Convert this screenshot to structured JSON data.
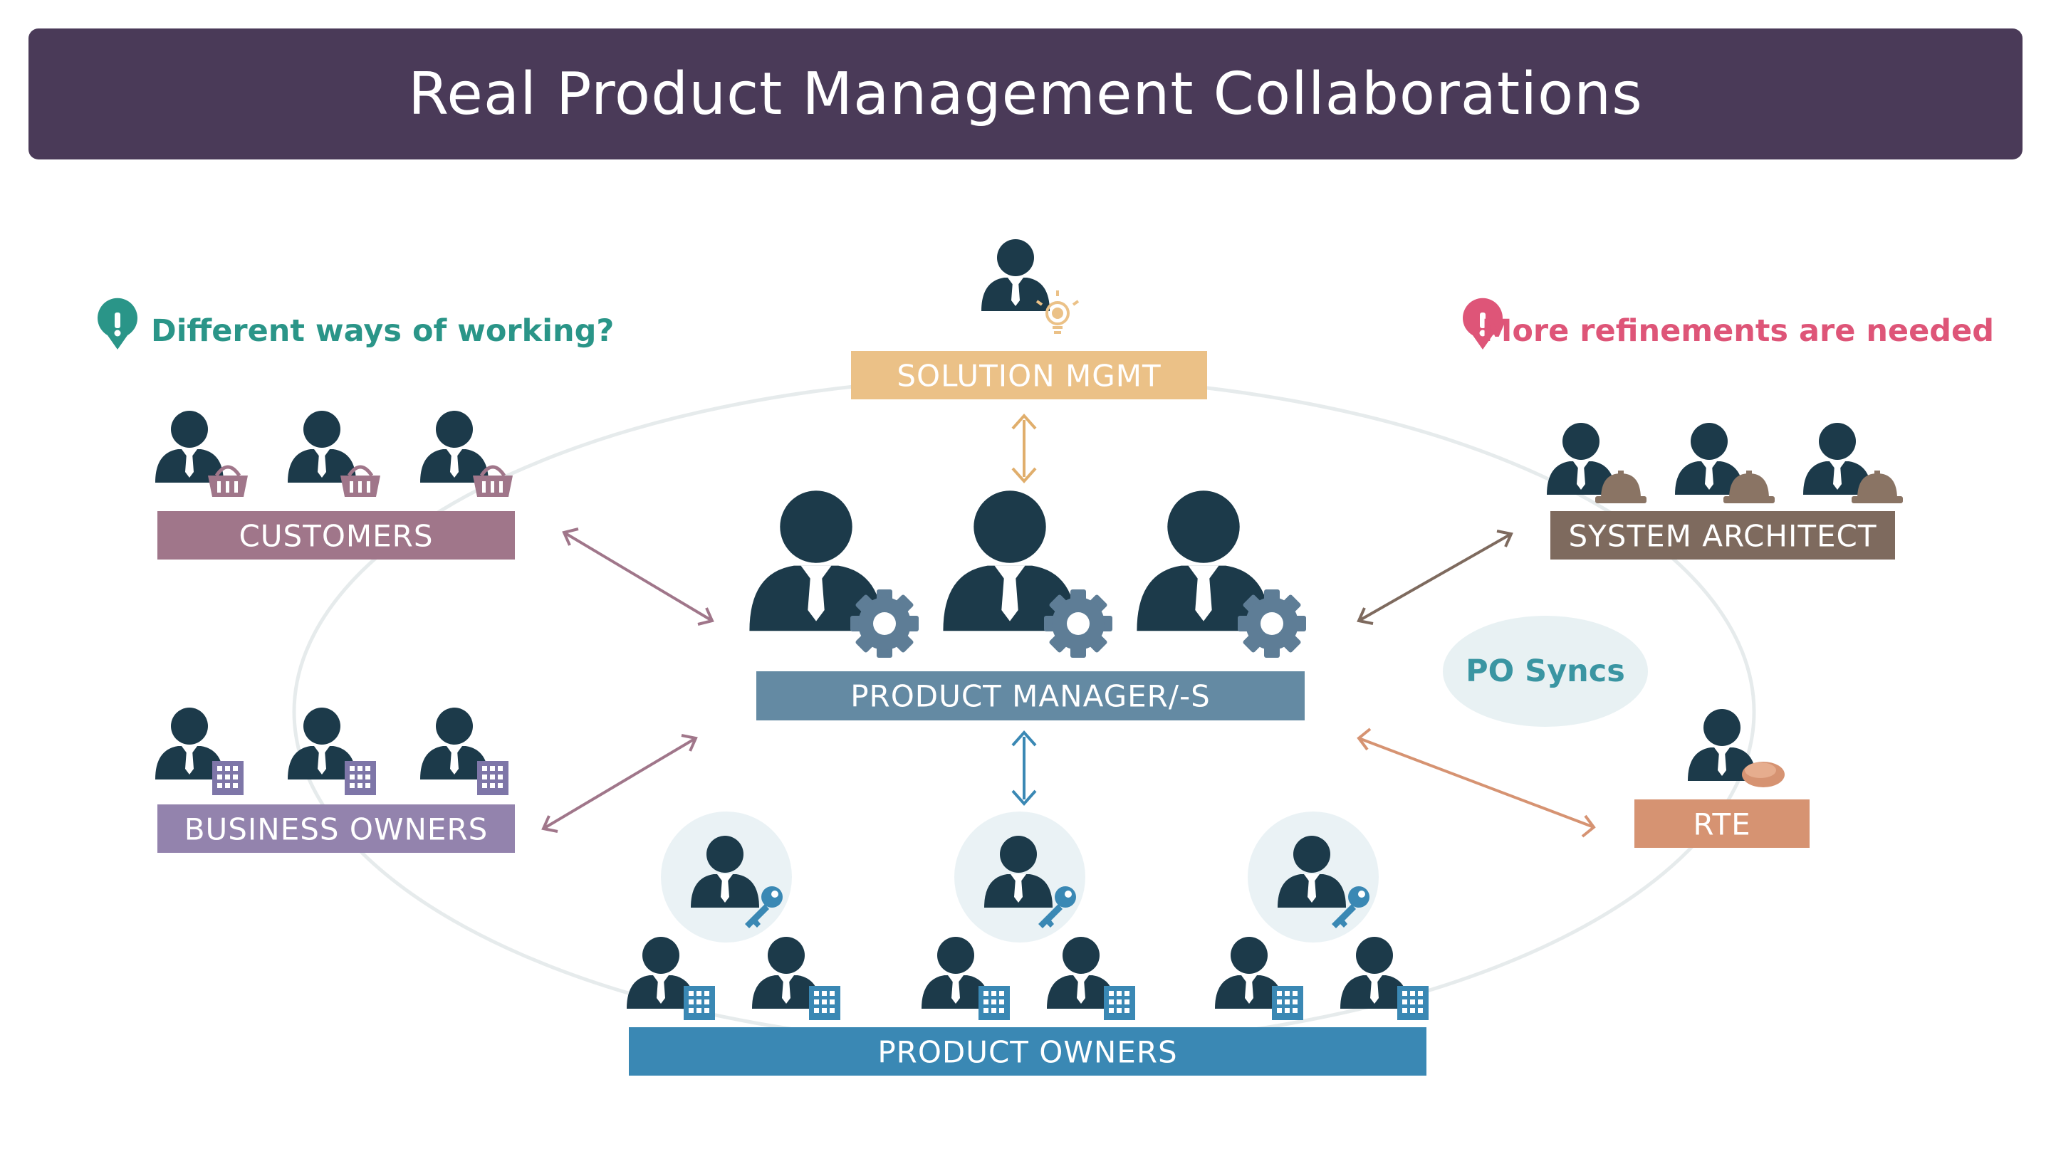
{
  "title": "Real Product Management Collaborations",
  "notes": {
    "left": "Different ways of working?",
    "right": "More refinements are needed"
  },
  "labels": {
    "solution_mgmt": "SOLUTION MGMT",
    "customers": "CUSTOMERS",
    "business_owners": "BUSINESS OWNERS",
    "product_manager": "PRODUCT MANAGER/-S",
    "system_architect": "SYSTEM ARCHITECT",
    "rte": "RTE",
    "product_owners": "PRODUCT OWNERS",
    "po_syncs": "PO Syncs"
  },
  "colors": {
    "title_bg": "#4a3a58",
    "person": "#1c3a4a",
    "solution_mgmt": "#ebc187",
    "customers": "#a0768a",
    "business_owners": "#9383ad",
    "product_manager": "#648aa3",
    "system_architect": "#7e6a5e",
    "rte": "#d69372",
    "product_owners": "#3a88b4",
    "note_left": "#2a9588",
    "note_right": "#de5578",
    "gear": "#5e7d96",
    "key": "#3a88b4"
  },
  "icons": {
    "person": "person-icon",
    "basket": "basket-icon",
    "building": "building-icon",
    "gear": "gear-icon",
    "lightbulb": "lightbulb-icon",
    "helmet": "hard-hat-icon",
    "cap": "cap-icon",
    "key": "key-icon",
    "alert": "alert-icon"
  }
}
